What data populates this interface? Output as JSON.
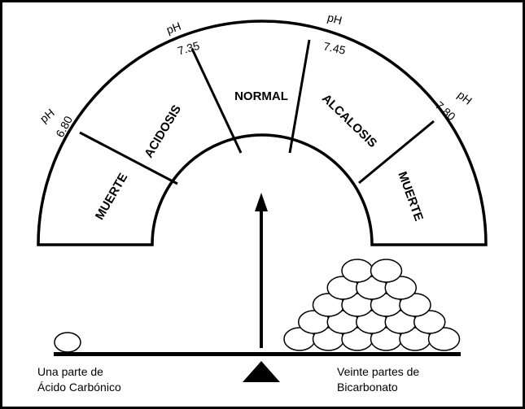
{
  "gauge": {
    "zones": [
      "MUERTE",
      "ACIDOSIS",
      "NORMAL",
      "ALCALOSIS",
      "MUERTE"
    ],
    "ticks": [
      {
        "label": "pH",
        "value": "6.80"
      },
      {
        "label": "pH",
        "value": "7.35"
      },
      {
        "label": "pH",
        "value": "7.45"
      },
      {
        "label": "pH",
        "value": "7.80"
      }
    ],
    "pointer_ph": 7.4
  },
  "balance": {
    "left_label_line1": "Una parte de",
    "left_label_line2": "Ácido Carbónico",
    "right_label_line1": "Veinte partes de",
    "right_label_line2": "Bicarbonato",
    "left_count": 1,
    "right_count": 20
  },
  "colors": {
    "stroke": "#000000",
    "background": "#ffffff"
  }
}
